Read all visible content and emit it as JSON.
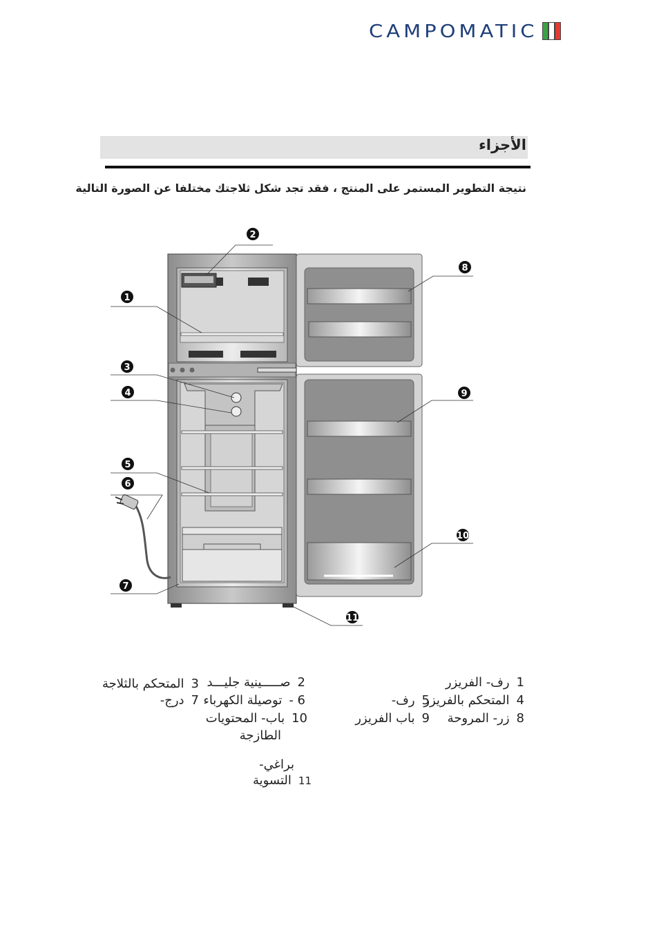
{
  "brand": {
    "name": "CAMPOMATIC",
    "flag_colors": [
      "#3aa345",
      "#ffffff",
      "#e53a2f"
    ]
  },
  "section": {
    "title": "الأجزاء"
  },
  "intro": "نتيجة التطوير المستمر على المنتج ، فقد تجد شكل ثلاجتك مختلفا عن الصورة التالية",
  "diagram": {
    "callouts": [
      "❶",
      "❷",
      "❸",
      "❹",
      "❺",
      "❻",
      "❼",
      "❽",
      "❾",
      "❿",
      "⓫"
    ]
  },
  "legend": [
    {
      "num": "1",
      "text": "رف- الفريزر"
    },
    {
      "num": "2",
      "text": "صـــــينية جليـــد"
    },
    {
      "num": "3",
      "text": "المتحكم بالثلاجة"
    },
    {
      "num": "4",
      "text": "المتحكم بالفريزر"
    },
    {
      "num": "5",
      "text": "رف-"
    },
    {
      "num": "6 -",
      "text": "توصيلة الكهرباء"
    },
    {
      "num": "7",
      "text": "درج-"
    },
    {
      "num": "8",
      "text": "زر- المروحة"
    },
    {
      "num": "9",
      "text": "باب الفريزر"
    },
    {
      "num": "10",
      "text": "باب- المحتويات"
    },
    {
      "num": "",
      "text": "الطازجة"
    },
    {
      "num": "",
      "text": "براغي-"
    },
    {
      "num": "11",
      "text": "التسوية"
    }
  ]
}
